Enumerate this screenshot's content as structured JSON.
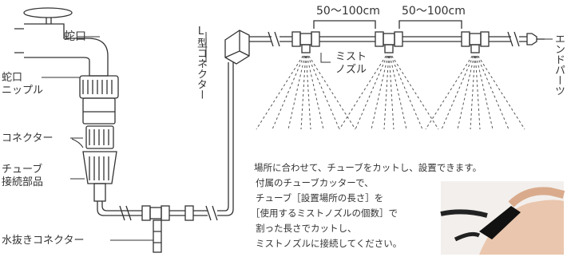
{
  "labels": {
    "faucet": "蛇口",
    "faucet_nipple_1": "蛇口",
    "faucet_nipple_2": "ニップル",
    "connector": "コネクター",
    "tube_part_1": "チューブ",
    "tube_part_2": "接続部品",
    "drain_connector": "水抜きコネクター",
    "l_connector": "L型コネクター",
    "mist_nozzle_1": "ミスト",
    "mist_nozzle_2": "ノズル",
    "end_parts": "エンドパーツ"
  },
  "dimensions": {
    "spacing_1": "50～100cm",
    "spacing_2": "50～100cm"
  },
  "instructions": [
    "場所に合わせて、チューブをカットし、設置できます。",
    "付属のチューブカッターで、",
    "チューブ［設置場所の長さ］を",
    "［使用するミストノズルの個数］で",
    "割った長さでカットし、",
    "ミストノズルに接続してください。"
  ],
  "colors": {
    "line": "#333333",
    "tube_fill": "#ffffff",
    "spray": "#555555"
  }
}
